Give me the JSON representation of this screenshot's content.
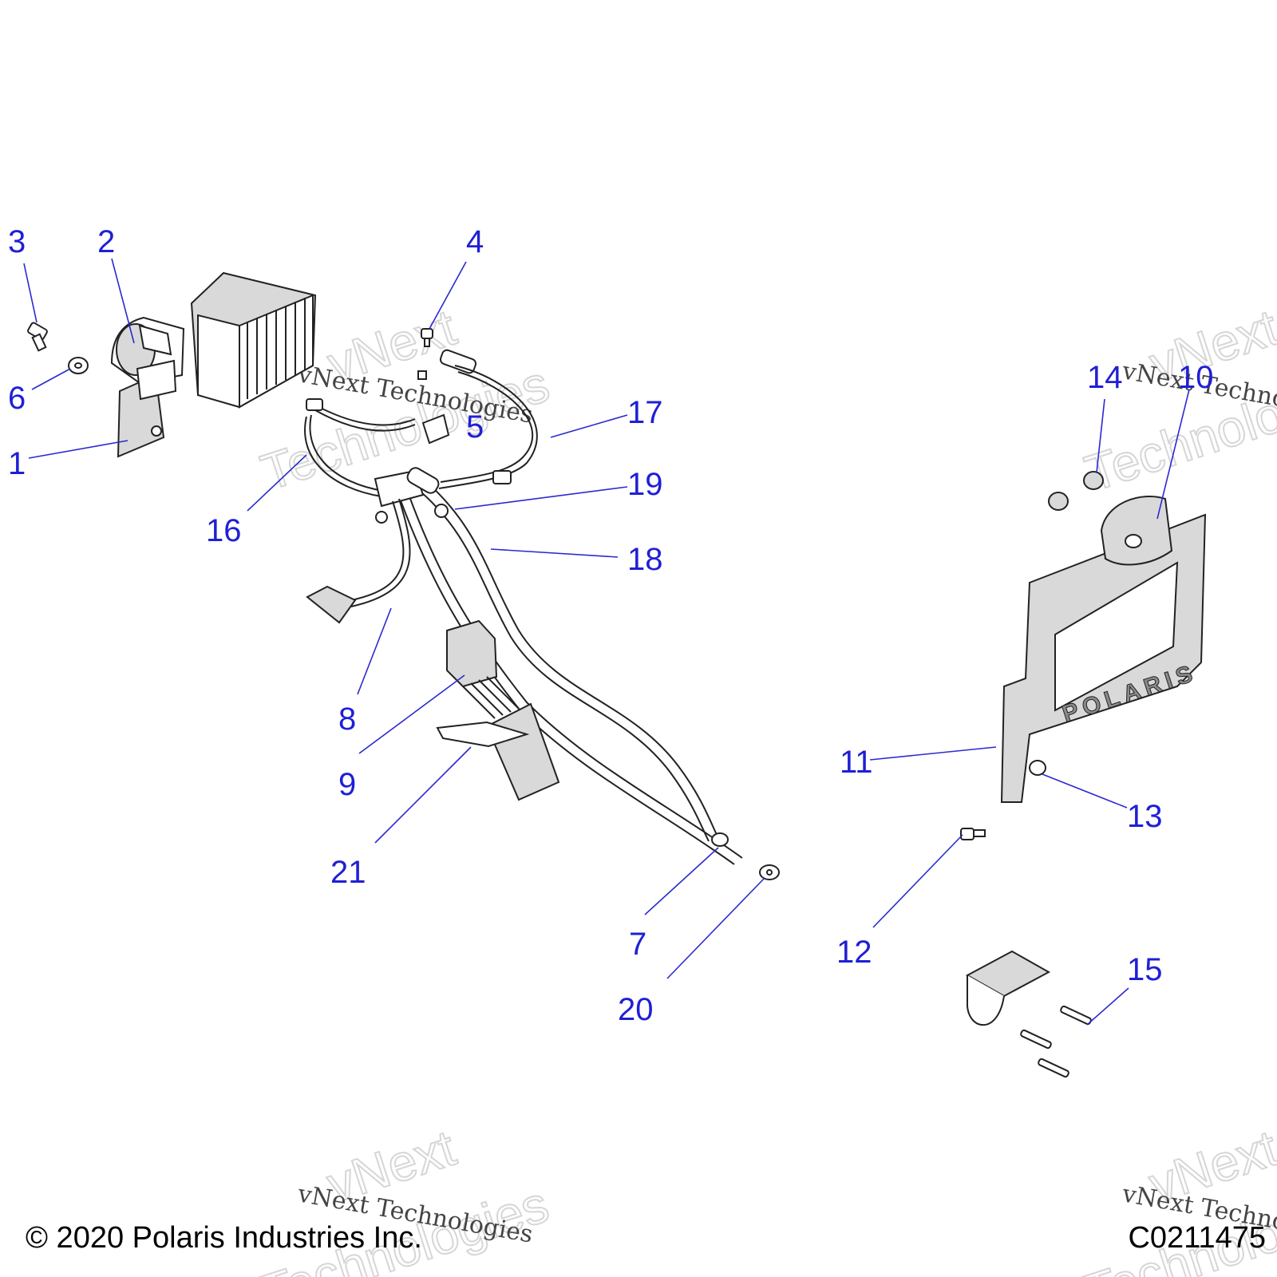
{
  "callouts": [
    {
      "label": "1"
    },
    {
      "label": "2"
    },
    {
      "label": "3"
    },
    {
      "label": "4"
    },
    {
      "label": "5"
    },
    {
      "label": "6"
    },
    {
      "label": "7"
    },
    {
      "label": "8"
    },
    {
      "label": "9"
    },
    {
      "label": "10"
    },
    {
      "label": "11"
    },
    {
      "label": "12"
    },
    {
      "label": "13"
    },
    {
      "label": "14"
    },
    {
      "label": "15"
    },
    {
      "label": "16"
    },
    {
      "label": "17"
    },
    {
      "label": "18"
    },
    {
      "label": "19"
    },
    {
      "label": "20"
    },
    {
      "label": "21"
    }
  ],
  "watermark": {
    "line": "vNext Technologies",
    "word1": "vNext",
    "word2": "Technologies"
  },
  "plate_text": "POLARIS",
  "footer": {
    "copyright": "© 2020 Polaris Industries Inc.",
    "diagram_id": "C0211475"
  },
  "colors": {
    "callout": "#1f1fd6",
    "line_art": "#222222",
    "background": "#ffffff"
  }
}
